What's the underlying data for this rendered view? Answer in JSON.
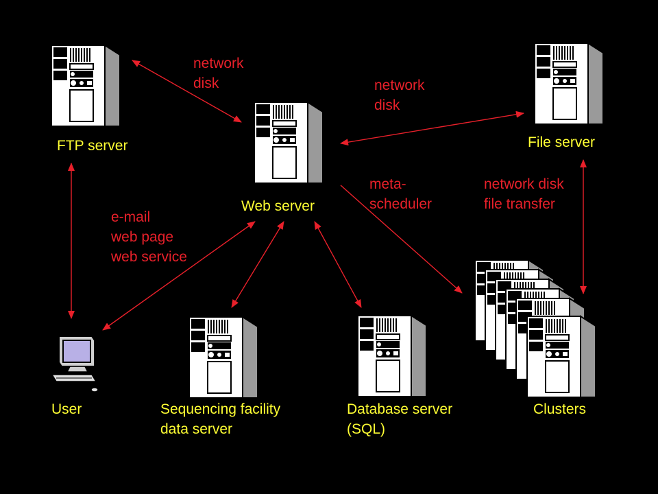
{
  "colors": {
    "background": "#000000",
    "node_label": "#ffff33",
    "edge_label": "#e8202a",
    "arrow": "#e8202a",
    "server_body": "#ffffff",
    "server_shade": "#9a9a9a",
    "monitor_screen": "#b8b0e6"
  },
  "nodes": {
    "ftp_server": {
      "icon": "server-tower-icon",
      "label": "FTP server"
    },
    "web_server": {
      "icon": "server-tower-icon",
      "label": "Web server"
    },
    "file_server": {
      "icon": "server-tower-icon",
      "label": "File server"
    },
    "user": {
      "icon": "desktop-computer-icon",
      "label": "User"
    },
    "sequencing_server": {
      "icon": "server-tower-icon",
      "label_lines": [
        "Sequencing facility",
        "data  server"
      ]
    },
    "database_server": {
      "icon": "server-tower-icon",
      "label_lines": [
        "Database server",
        "(SQL)"
      ]
    },
    "clusters": {
      "icon": "server-stack-icon",
      "label": "Clusters"
    }
  },
  "edge_labels": {
    "ftp_web": [
      "network",
      "disk"
    ],
    "web_file": [
      "network",
      "disk"
    ],
    "web_clusters": [
      "meta-",
      "scheduler"
    ],
    "file_clusters": [
      "network disk",
      "file transfer"
    ],
    "user_web": [
      "e-mail",
      "web page",
      "web service"
    ]
  }
}
